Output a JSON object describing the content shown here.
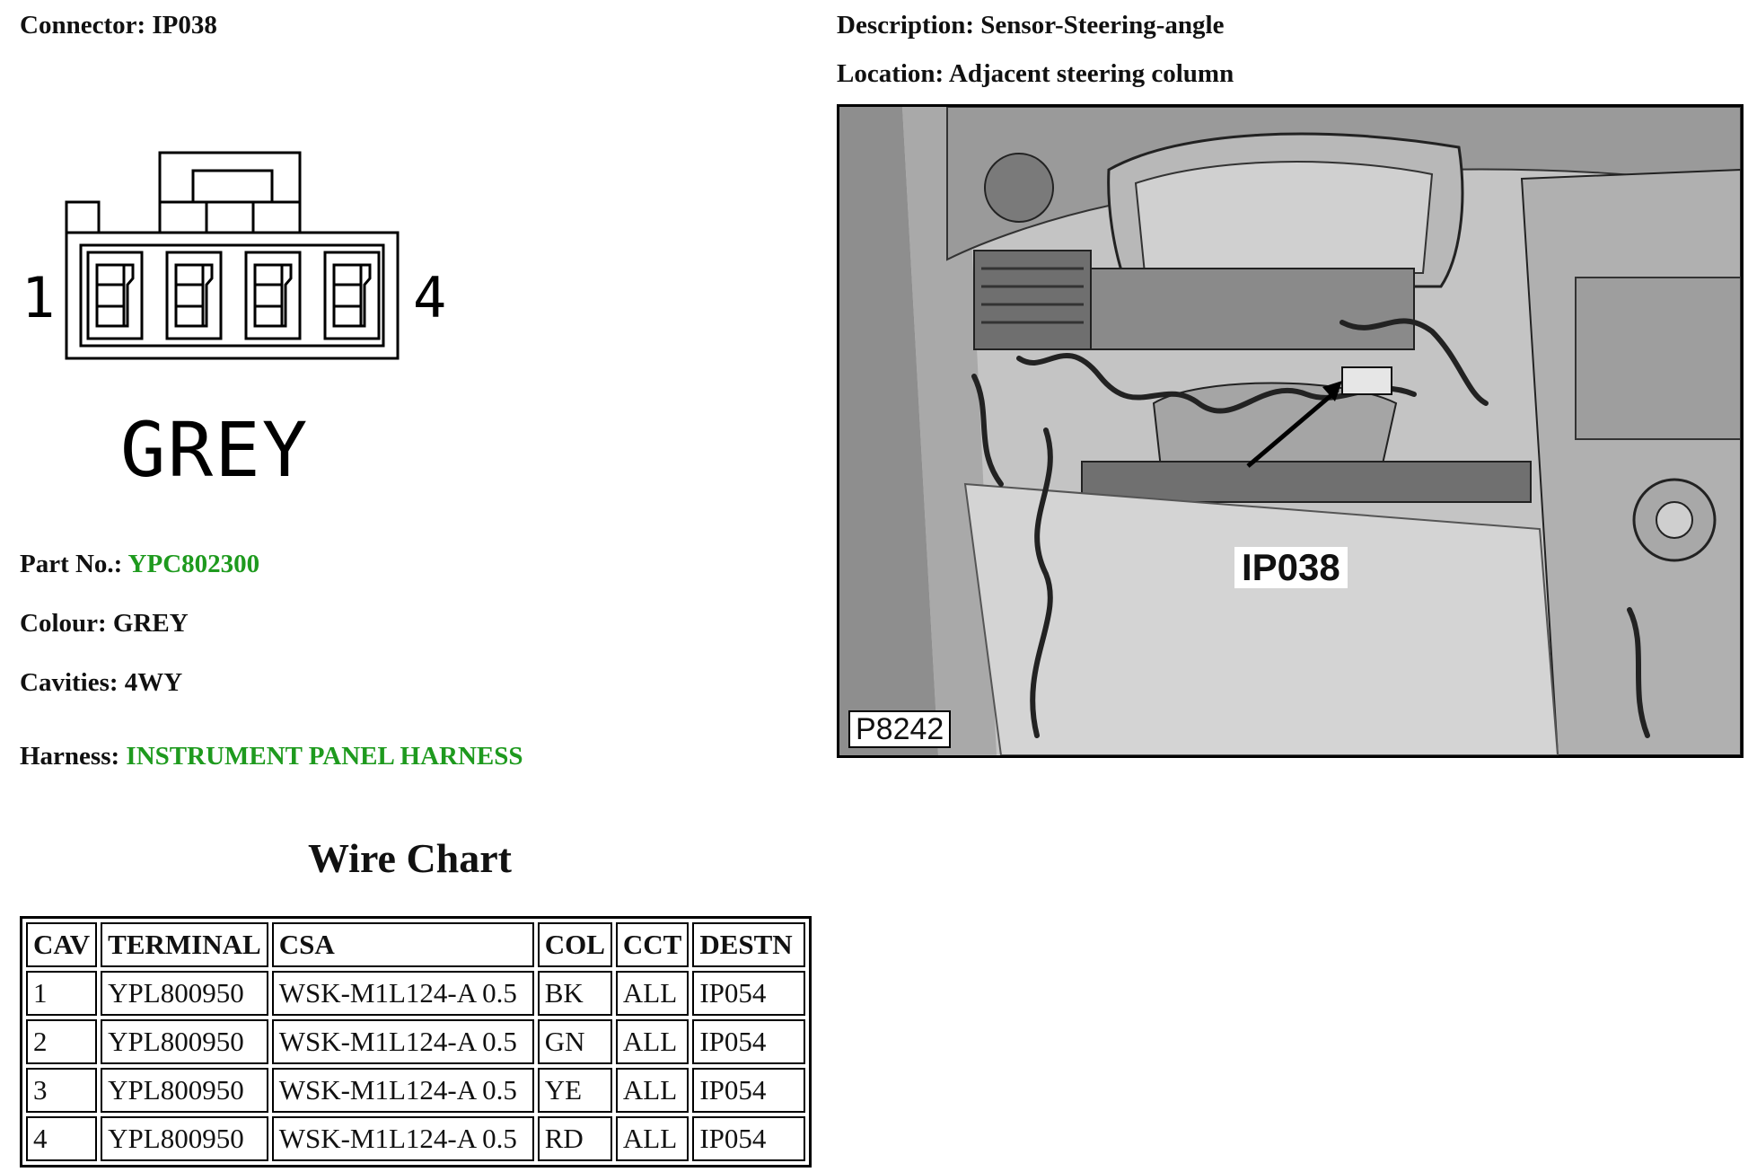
{
  "connector": {
    "label": "Connector:",
    "value": "IP038"
  },
  "description": {
    "label": "Description:",
    "value": "Sensor-Steering-angle"
  },
  "location": {
    "label": "Location:",
    "value": "Adjacent steering column"
  },
  "diagram": {
    "pin_first": "1",
    "pin_last": "4",
    "colour_text": "GREY"
  },
  "part_no": {
    "label": "Part No.:",
    "value": "YPC802300"
  },
  "colour": {
    "label": "Colour:",
    "value": "GREY"
  },
  "cavities": {
    "label": "Cavities:",
    "value": "4WY"
  },
  "harness": {
    "label": "Harness:",
    "value": "INSTRUMENT PANEL HARNESS"
  },
  "photo": {
    "callout": "IP038",
    "id": "P8242"
  },
  "wire_chart": {
    "title": "Wire Chart",
    "headers": [
      "CAV",
      "TERMINAL",
      "CSA",
      "COL",
      "CCT",
      "DESTN"
    ],
    "rows": [
      [
        "1",
        "YPL800950",
        "WSK-M1L124-A 0.5",
        "BK",
        "ALL",
        "IP054"
      ],
      [
        "2",
        "YPL800950",
        "WSK-M1L124-A 0.5",
        "GN",
        "ALL",
        "IP054"
      ],
      [
        "3",
        "YPL800950",
        "WSK-M1L124-A 0.5",
        "YE",
        "ALL",
        "IP054"
      ],
      [
        "4",
        "YPL800950",
        "WSK-M1L124-A 0.5",
        "RD",
        "ALL",
        "IP054"
      ]
    ]
  },
  "colors": {
    "link_green": "#1e9a1e"
  }
}
